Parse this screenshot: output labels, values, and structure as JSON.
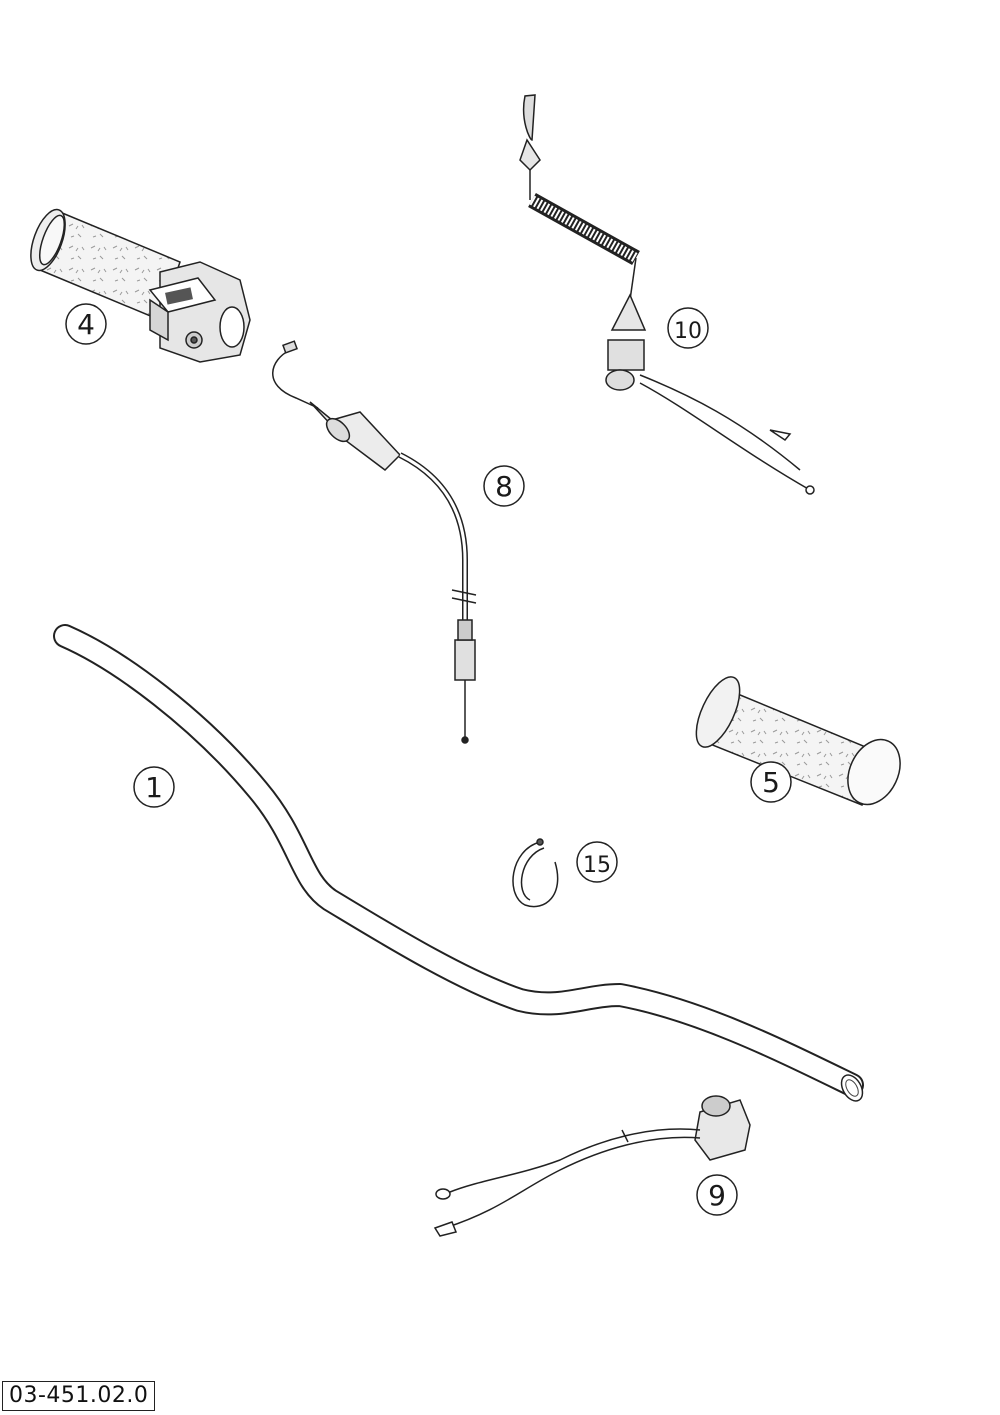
{
  "diagram": {
    "code": "03-451.02.0",
    "callouts": [
      {
        "id": "callout-1",
        "number": "1"
      },
      {
        "id": "callout-4",
        "number": "4"
      },
      {
        "id": "callout-5",
        "number": "5"
      },
      {
        "id": "callout-8",
        "number": "8"
      },
      {
        "id": "callout-9",
        "number": "9"
      },
      {
        "id": "callout-10",
        "number": "10"
      },
      {
        "id": "callout-15",
        "number": "15"
      }
    ]
  }
}
